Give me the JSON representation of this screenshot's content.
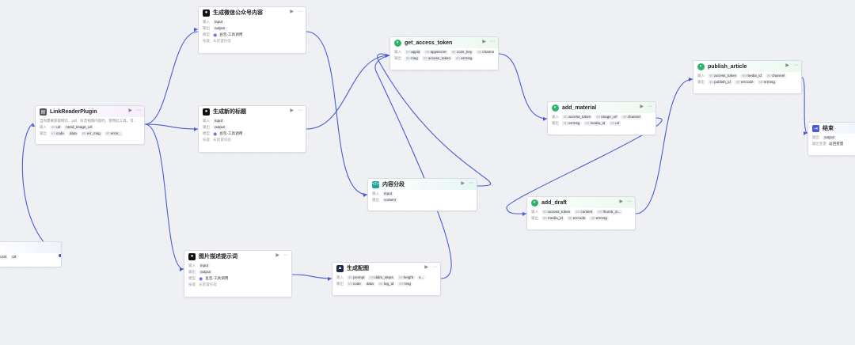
{
  "nodes": {
    "start": {
      "out_tags": [
        "ecret",
        "url"
      ]
    },
    "linkreader": {
      "title": "LinkReaderPlugin",
      "desc": "当你需要获取网页、pdf、抖音视频内容时，使用此工具。可...",
      "in_label": "输入",
      "in_tags": [
        {
          "t": "str",
          "v": "url"
        },
        {
          "t": "",
          "v": "need_image_url"
        }
      ],
      "out_label": "输出",
      "out_tags": [
        {
          "t": "int",
          "v": "code"
        },
        {
          "t": "",
          "v": "data"
        },
        {
          "t": "str",
          "v": "err_msg"
        },
        {
          "t": "str",
          "v": "error..."
        }
      ]
    },
    "gen_wechat": {
      "title": "生成微信公众号内容",
      "in_label": "输入",
      "in_tag": "input",
      "out_label": "输出",
      "out_tag": "output",
      "model_label": "模型",
      "model": "豆包·工具调用",
      "skill_label": "技能",
      "skill": "未配置技能"
    },
    "gen_title": {
      "title": "生成新的标题",
      "in_label": "输入",
      "in_tag": "input",
      "out_label": "输出",
      "out_tag": "output",
      "model_label": "模型",
      "model": "豆包·工具调用",
      "skill_label": "技能",
      "skill": "未配置技能"
    },
    "img_prompt": {
      "title": "图片描述提示词",
      "in_label": "输入",
      "in_tag": "input",
      "out_label": "输出",
      "out_tag": "output",
      "model_label": "模型",
      "model": "豆包·工具调用",
      "skill_label": "技能",
      "skill": "未配置技能"
    },
    "get_token": {
      "title": "get_access_token",
      "in_label": "输入",
      "in_tags": [
        {
          "t": "str",
          "v": "appid"
        },
        {
          "t": "str",
          "v": "appsecret"
        },
        {
          "t": "str",
          "v": "coze_key"
        },
        {
          "t": "str",
          "v": "channel"
        }
      ],
      "out_label": "输出",
      "out_tags": [
        {
          "t": "str",
          "v": "msg"
        },
        {
          "t": "str",
          "v": "access_token"
        },
        {
          "t": "str",
          "v": "errmsg"
        }
      ]
    },
    "segment": {
      "title": "内容分段",
      "in_label": "输入",
      "in_tag": "input",
      "out_label": "输出",
      "out_tag": "content"
    },
    "gen_image": {
      "title": "生成配图",
      "in_label": "输入",
      "in_tags": [
        {
          "t": "str",
          "v": "prompt"
        },
        {
          "t": "int",
          "v": "ddim_steps"
        },
        {
          "t": "int",
          "v": "height"
        },
        {
          "t": "",
          "v": "s..."
        }
      ],
      "out_label": "输出",
      "out_tags": [
        {
          "t": "int",
          "v": "code"
        },
        {
          "t": "",
          "v": "data"
        },
        {
          "t": "str",
          "v": "log_id"
        },
        {
          "t": "str",
          "v": "msg"
        }
      ]
    },
    "add_material": {
      "title": "add_material",
      "in_label": "输入",
      "in_tags": [
        {
          "t": "str",
          "v": "access_token"
        },
        {
          "t": "str",
          "v": "image_url"
        },
        {
          "t": "str",
          "v": "channel"
        }
      ],
      "out_label": "输出",
      "out_tags": [
        {
          "t": "str",
          "v": "errmsg"
        },
        {
          "t": "str",
          "v": "media_id"
        },
        {
          "t": "str",
          "v": "url"
        }
      ]
    },
    "add_draft": {
      "title": "add_draft",
      "in_label": "输入",
      "in_tags": [
        {
          "t": "str",
          "v": "access_token"
        },
        {
          "t": "str",
          "v": "content"
        },
        {
          "t": "str",
          "v": "thumb_m..."
        }
      ],
      "out_label": "输出",
      "out_tags": [
        {
          "t": "str",
          "v": "media_id"
        },
        {
          "t": "str",
          "v": "errcode"
        },
        {
          "t": "str",
          "v": "errmsg"
        }
      ]
    },
    "publish": {
      "title": "publish_article",
      "in_label": "输入",
      "in_tags": [
        {
          "t": "str",
          "v": "access_token"
        },
        {
          "t": "str",
          "v": "media_id"
        },
        {
          "t": "str",
          "v": "channel"
        }
      ],
      "out_label": "输出",
      "out_tags": [
        {
          "t": "str",
          "v": "publish_id"
        },
        {
          "t": "str",
          "v": "errcode"
        },
        {
          "t": "str",
          "v": "errmsg"
        }
      ]
    },
    "end": {
      "title": "结束",
      "out_label": "输出",
      "out_tag": "output",
      "mode_label": "输出变量",
      "mode": "返回变量"
    }
  },
  "icons": {
    "run": "play-icon",
    "more": "more-icon"
  }
}
